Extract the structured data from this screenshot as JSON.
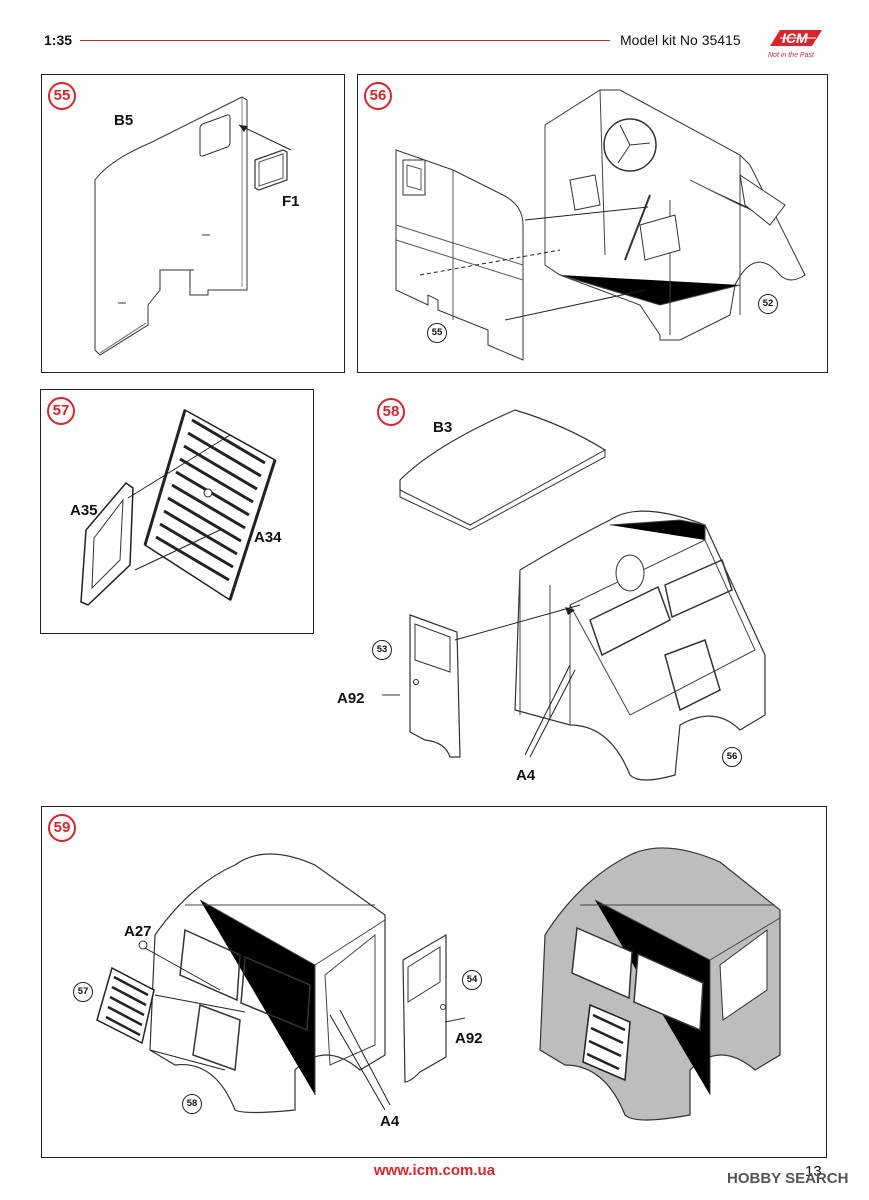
{
  "header": {
    "scale": "1:35",
    "model_kit": "Model kit No 35415",
    "logo_text": "ICM",
    "logo_tagline": "Not in the Past",
    "brand_color": "#d7262b"
  },
  "steps": [
    {
      "number": "55",
      "parts": [
        "B5",
        "F1"
      ]
    },
    {
      "number": "56",
      "refs": [
        "55",
        "52"
      ]
    },
    {
      "number": "57",
      "parts": [
        "A35",
        "A34"
      ]
    },
    {
      "number": "58",
      "parts": [
        "B3",
        "A92",
        "A4"
      ],
      "refs": [
        "53",
        "56"
      ]
    },
    {
      "number": "59",
      "parts": [
        "A27",
        "A92",
        "A4"
      ],
      "refs": [
        "57",
        "54",
        "58"
      ]
    }
  ],
  "footer": {
    "website": "www.icm.com.ua",
    "page_number": "13",
    "watermark": "HOBBY SEARCH"
  }
}
